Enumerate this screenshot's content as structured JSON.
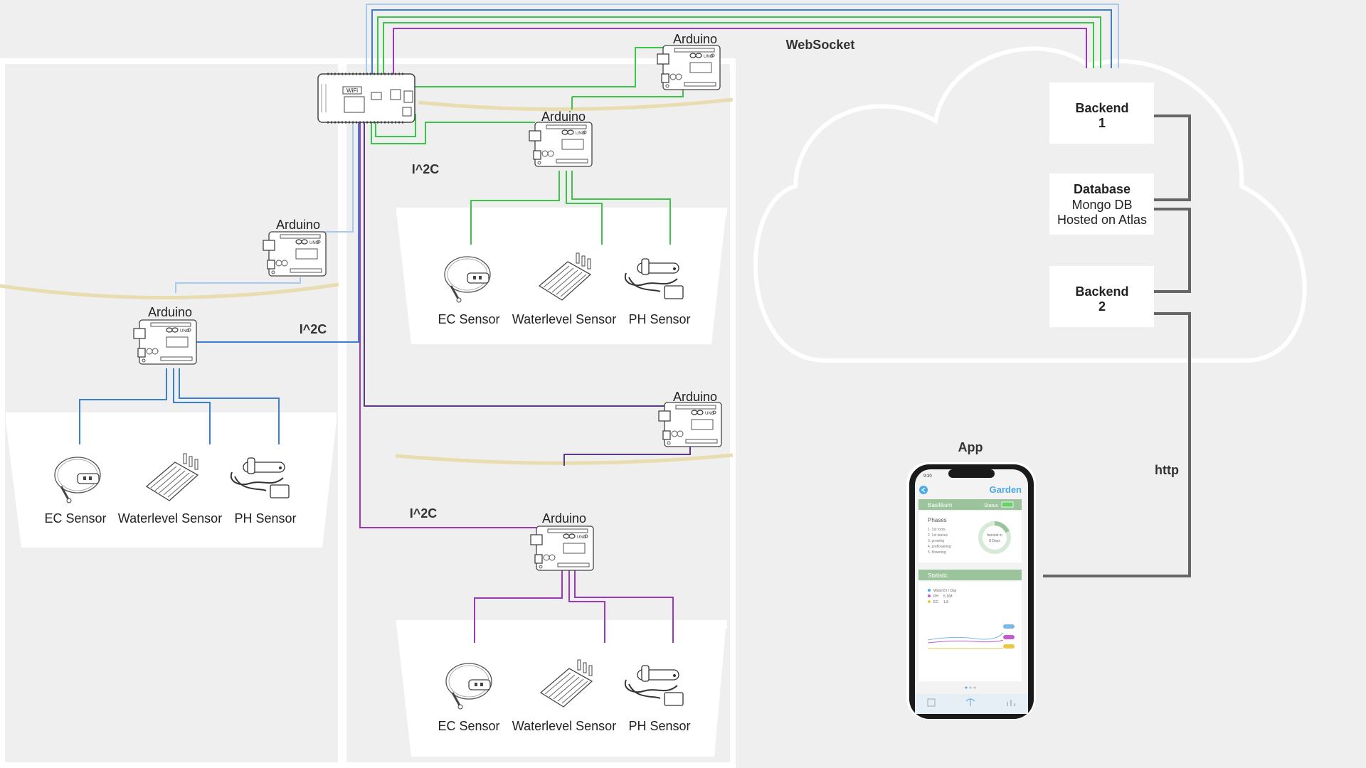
{
  "labels": {
    "websocket": "WebSocket",
    "i2c": "I^2C",
    "arduino": "Arduino",
    "app": "App",
    "http": "http",
    "wifi_chip": "WiFi"
  },
  "sensors": {
    "ec": "EC Sensor",
    "waterlevel": "Waterlevel Sensor",
    "ph": "PH Sensor"
  },
  "cloud": {
    "backend1": {
      "line1": "Backend",
      "line2": "1"
    },
    "database": {
      "line1": "Database",
      "line2": "Mongo DB",
      "line3": "Hosted on Atlas"
    },
    "backend2": {
      "line1": "Backend",
      "line2": "2"
    }
  },
  "board_text": "UNO",
  "phone": {
    "time": "9:30",
    "title": "Garden",
    "plant": "Basilikum",
    "status_label": "Status",
    "phases_title": "Phases",
    "phases": [
      "1. 1st roots",
      "2. 1st leaves",
      "3. growing",
      "4. preflowering",
      "5. flowering"
    ],
    "harvest_line1": "harvest in",
    "harvest_line2": "8 Days",
    "statistic_title": "Statistic",
    "stats": [
      {
        "label": "Water",
        "value": "8 l / Day"
      },
      {
        "label": "PH",
        "value": "5,168"
      },
      {
        "label": "EC",
        "value": "1,8"
      }
    ]
  },
  "colors": {
    "websocket_lightblue": "#a8c8ee",
    "websocket_blue": "#3a7fd0",
    "websocket_green": "#3cc44a",
    "websocket_purple": "#9a3ab8",
    "i2c_green": "#3cc44a",
    "i2c_blue": "#3a7fd0",
    "i2c_lightblue": "#a8c8ee",
    "i2c_darkpurple": "#5a3a80",
    "i2c_purple": "#9a3ab8",
    "http_gray": "#666666",
    "app_accent": "#4aa8e8",
    "app_green": "#9cc49c"
  }
}
